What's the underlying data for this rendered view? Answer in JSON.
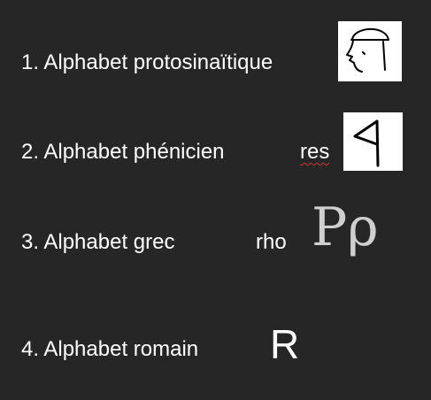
{
  "rows": [
    {
      "label": "1. Alphabet protosinaïtique",
      "glyph_icon": "head-pictogram-icon"
    },
    {
      "label": "2. Alphabet phénicien",
      "name": "res",
      "glyph_icon": "phoenician-res-icon"
    },
    {
      "label": "3. Alphabet grec",
      "name": "rho",
      "glyph": "Ρρ"
    },
    {
      "label": "4. Alphabet romain",
      "glyph": "R"
    }
  ],
  "colors": {
    "background": "#262626",
    "text": "#ffffff",
    "greek_glyph": "#cfcfcf",
    "spellcheck_underline": "#d13438"
  }
}
